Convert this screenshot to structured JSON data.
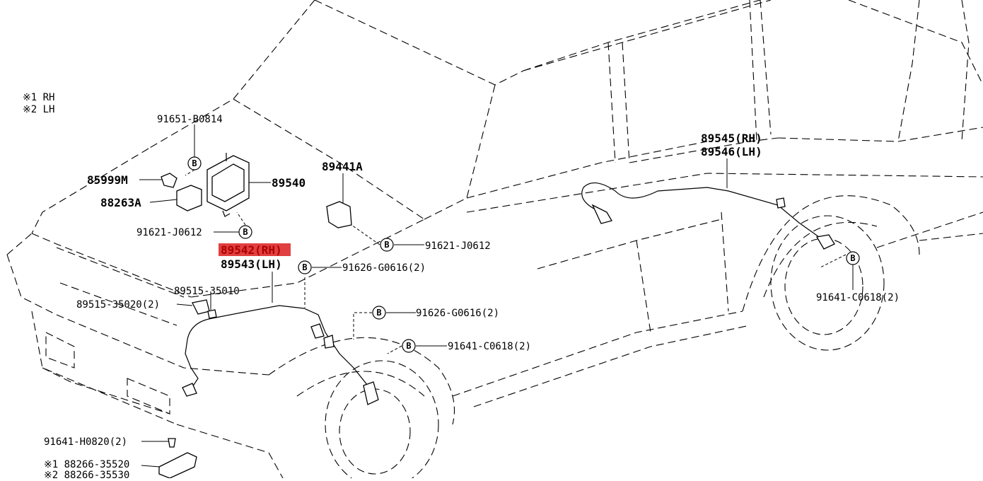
{
  "notes": [
    "※1 RH",
    "※2 LH"
  ],
  "callout_symbol": "B",
  "colors": {
    "highlight": "#e0403f",
    "line": "#000000",
    "background": "#ffffff"
  },
  "labels": {
    "p91651": "91651-B0814",
    "p85999": "85999M",
    "p88263": "88263A",
    "p89540": "89540",
    "p91621a": "91621-J0612",
    "p89441": "89441A",
    "p91621b": "91621-J0612",
    "p89542": "89542(RH)",
    "p89543": "89543(LH)",
    "p91626a": "91626-G0616(2)",
    "p89515a": "89515-35010",
    "p89515b": "89515-35020(2)",
    "p91626b": "91626-G0616(2)",
    "p91641a": "91641-C0618(2)",
    "p89545": "89545(RH)",
    "p89546": "89546(LH)",
    "p91641b": "91641-C0618(2)",
    "p91641h": "91641-H0820(2)",
    "p88266a": "※1 88266-35520",
    "p88266b": "※2 88266-35530"
  }
}
